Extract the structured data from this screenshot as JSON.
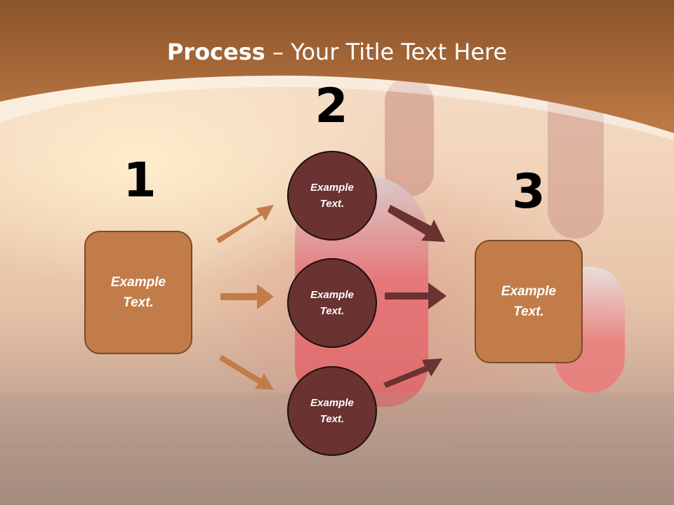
{
  "title": {
    "bold": "Process",
    "rest": " – Your Title Text Here"
  },
  "numbers": {
    "n1": "1",
    "n2": "2",
    "n3": "3"
  },
  "left_box": {
    "line1": "Example",
    "line2": "Text."
  },
  "right_box": {
    "line1": "Example",
    "line2": "Text."
  },
  "circles": [
    {
      "line1": "Example",
      "line2": "Text."
    },
    {
      "line1": "Example",
      "line2": "Text."
    },
    {
      "line1": "Example",
      "line2": "Text."
    }
  ],
  "colors": {
    "header": "#b8733f",
    "box_fill": "#c27c49",
    "circle_fill": "#6b3232",
    "left_arrow": "#c27c49",
    "right_arrow": "#6b3232"
  }
}
